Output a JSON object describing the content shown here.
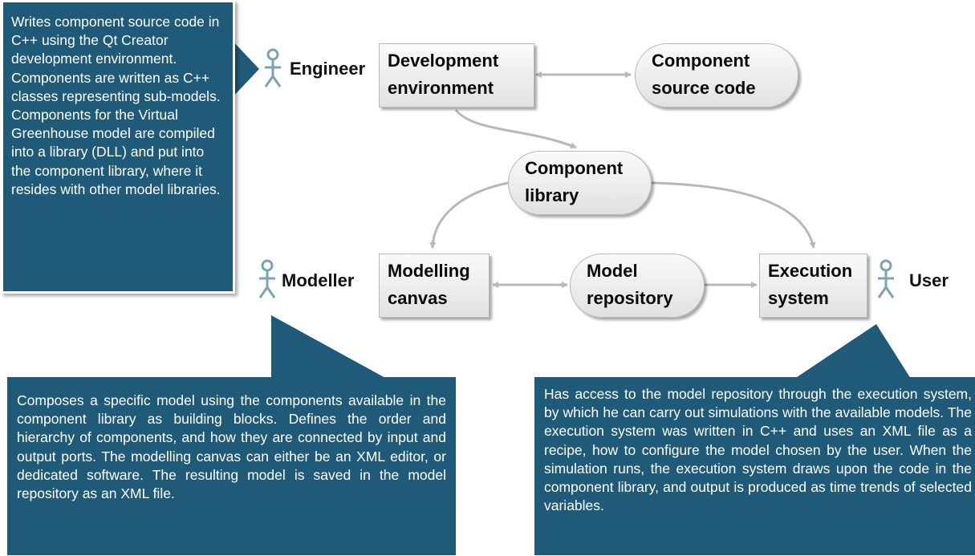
{
  "actors": {
    "engineer": "Engineer",
    "modeller": "Modeller",
    "user": "User"
  },
  "nodes": {
    "development_environment": "Development\nenvironment",
    "component_source_code": "Component\nsource code",
    "component_library": "Component\nlibrary",
    "modelling_canvas": "Modelling\ncanvas",
    "model_repository": "Model\nrepository",
    "execution_system": "Execution\nsystem"
  },
  "notes": {
    "engineer": "Writes component source code in C++ using the Qt Creator development environment. Components are written as C++ classes representing sub-models. Components for the Virtual Greenhouse model are compiled into a library (DLL) and put into the component library, where it resides with other model libraries.",
    "modeller": "Composes a specific model using the components available in the component library as building blocks. Defines the order and hierarchy of components, and how they are connected by input and output ports. The modelling canvas can either be an XML editor, or dedicated software. The resulting model is saved in the model repository as an XML file.",
    "user": "Has access to the model repository through the execution system, by which he can carry out simulations with the available models. The execution system was written in C++ and uses an XML file as a recipe, how to configure the model chosen by the user. When the simulation runs, the execution system draws upon the code in the component library, and output is produced as time trends of selected variables."
  },
  "colors": {
    "callout_fill": "#1f5a78",
    "actor_icon": "#7aa3b6",
    "connector": "#b8b8b8",
    "box_fill_top": "#fafafa",
    "box_fill_bottom": "#e1e1e1"
  },
  "icons": {
    "actor": "stick-figure-icon"
  }
}
